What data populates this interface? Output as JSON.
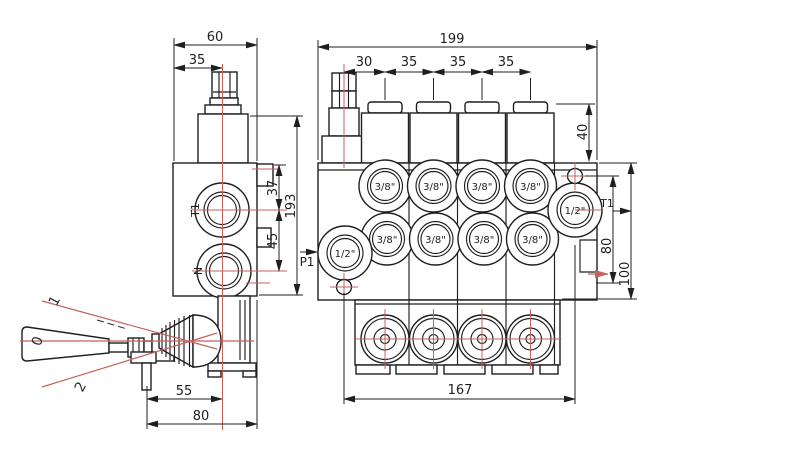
{
  "side_view": {
    "dims": {
      "overall_width": "60",
      "center_offset": "35",
      "t1_port_depth": "37",
      "port_spacing": "45",
      "overall_height": "193",
      "pin_to_center": "55",
      "pin_to_edge": "80"
    },
    "ports": {
      "t1": "T1",
      "n": "N"
    },
    "lever": {
      "up": "1",
      "neutral": "0",
      "down": "2"
    }
  },
  "front_view": {
    "dims": {
      "overall_width": "199",
      "p_section_width": "30",
      "section_pitch_a": "35",
      "section_pitch_b": "35",
      "section_pitch_c": "35",
      "cap_height": "40",
      "mount_hole_v": "80",
      "body_height": "100",
      "mount_hole_h": "167"
    },
    "ports": {
      "p1": "P1",
      "t1": "T1",
      "work_port_size": "3/8\"",
      "main_port_size": "1/2\""
    }
  },
  "colors": {
    "line": "#1f1f1f",
    "centerline": "#c4615c",
    "background": "#ffffff"
  }
}
